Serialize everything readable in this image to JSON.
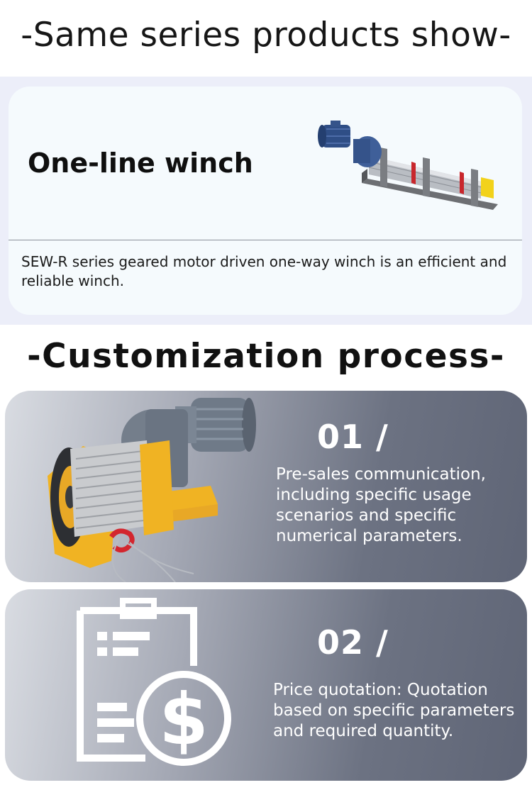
{
  "section_products": {
    "heading": "-Same series products show-",
    "product": {
      "title": "One-line winch",
      "description": "SEW-R series geared motor driven one-way winch is an efficient and reliable winch."
    }
  },
  "section_process": {
    "heading": "-Customization process-",
    "steps": [
      {
        "number": "01 /",
        "text": "Pre-sales communication, including specific usage scenarios and specific numerical parameters."
      },
      {
        "number": "02 /",
        "text": "Price quotation: Quotation based on specific parameters and required quantity."
      }
    ]
  },
  "colors": {
    "band": "#eceef9",
    "card": "#f5fafd",
    "motor_blue": "#3a5f9e",
    "winch_yellow": "#f0b323",
    "step_text": "#ffffff"
  }
}
